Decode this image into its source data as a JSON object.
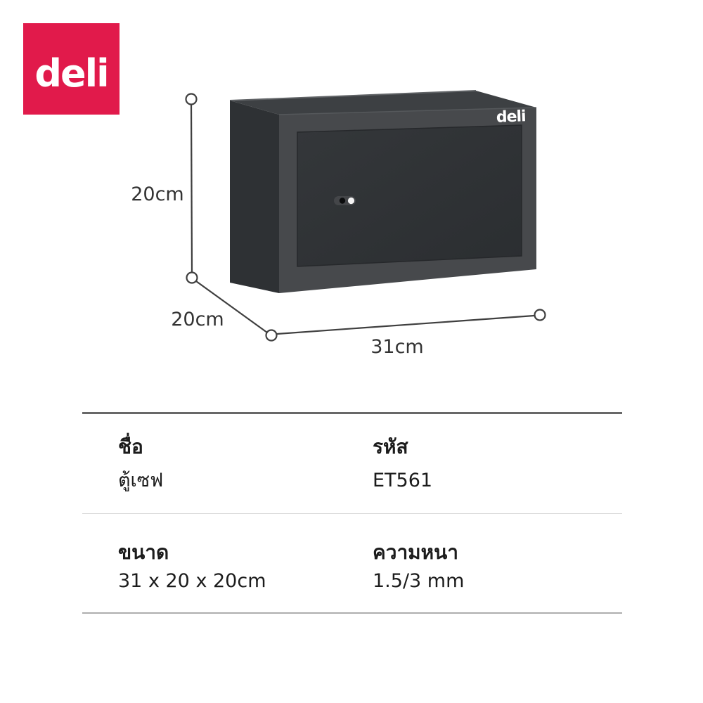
{
  "brand": {
    "logo_text": "deli"
  },
  "safe": {
    "logo_text": "deli"
  },
  "dimensions": {
    "height": "20cm",
    "depth": "20cm",
    "width": "31cm"
  },
  "spec_table": {
    "rows": [
      {
        "name_label": "ชื่อ",
        "name_value": "ตู้เซฟ",
        "code_label": "รหัส",
        "code_value": "ET561"
      },
      {
        "size_label": "ขนาด",
        "size_value": "31 x 20 x 20cm",
        "thickness_label": "ความหนา",
        "thickness_value": "1.5/3 mm"
      }
    ]
  },
  "colors": {
    "brand_red": "#e11a4b",
    "safe_top_face": "#3d4043",
    "safe_front_face": "#47494c",
    "safe_side_face": "#2e3134",
    "safe_door_panel": "#2f3235",
    "dimension_line": "#3f3f3f"
  }
}
